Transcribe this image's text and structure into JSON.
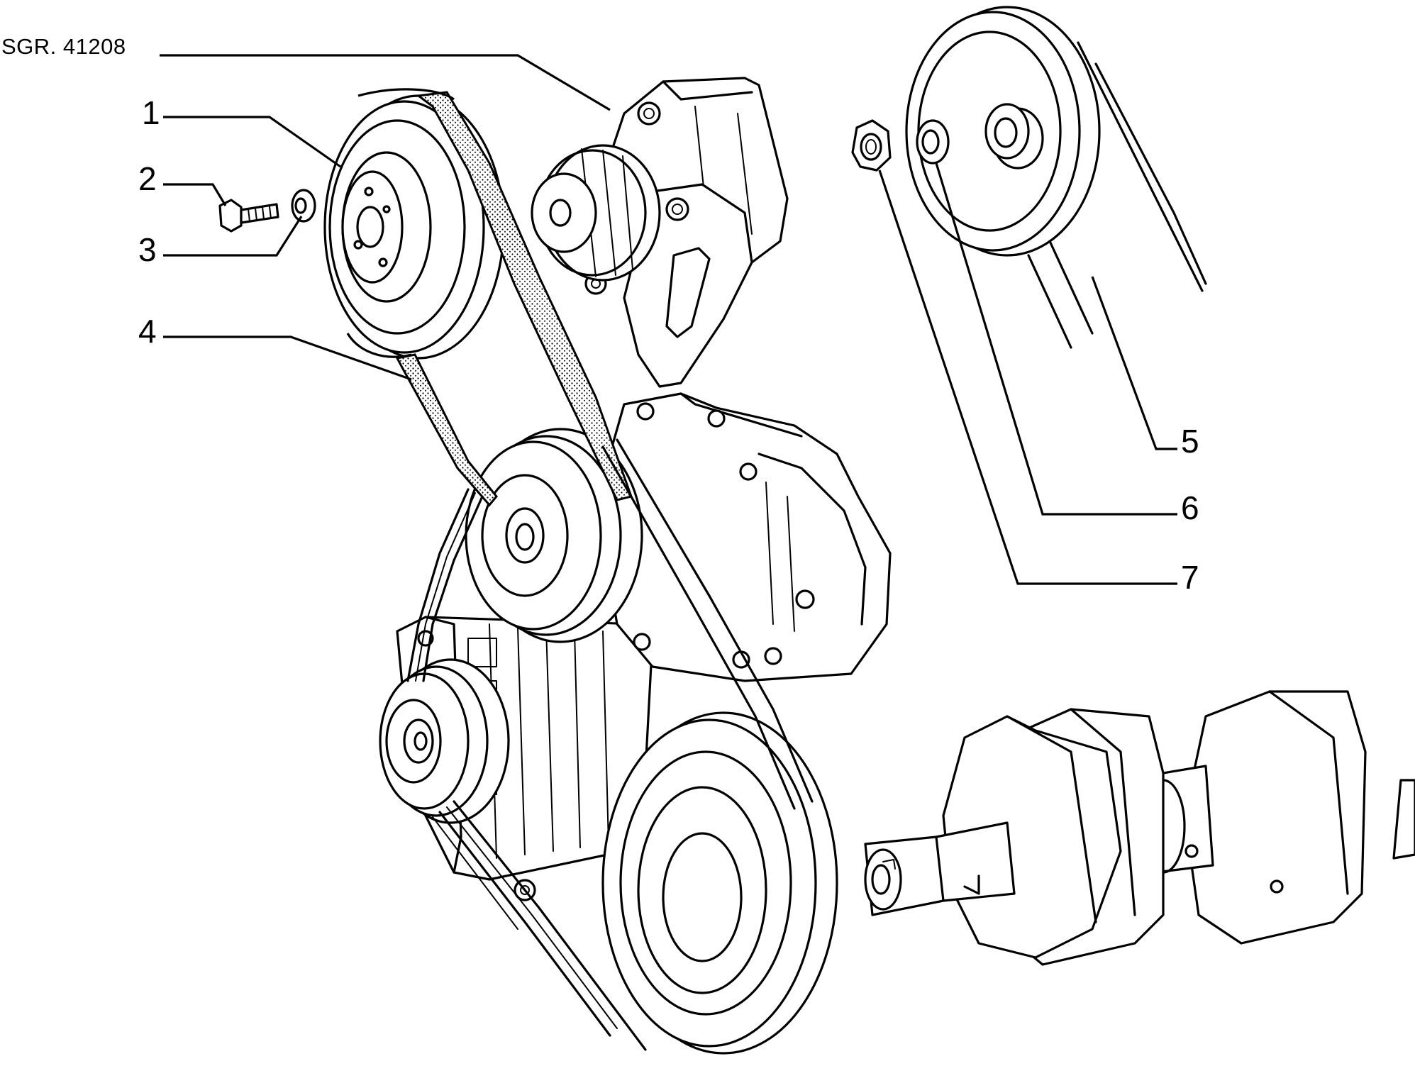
{
  "drawing_code": "SGR. 41208",
  "callouts": [
    {
      "ref": "1"
    },
    {
      "ref": "2"
    },
    {
      "ref": "3"
    },
    {
      "ref": "4"
    },
    {
      "ref": "5"
    },
    {
      "ref": "6"
    },
    {
      "ref": "7"
    }
  ]
}
